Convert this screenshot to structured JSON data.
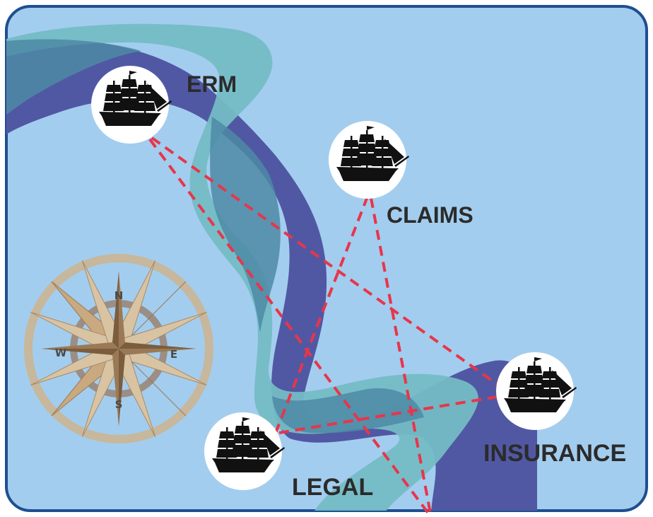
{
  "nodes": [
    {
      "id": "erm",
      "label": "ERM",
      "icon": "ship-icon"
    },
    {
      "id": "claims",
      "label": "CLAIMS",
      "icon": "ship-icon"
    },
    {
      "id": "insurance",
      "label": "INSURANCE",
      "icon": "ship-icon"
    },
    {
      "id": "legal",
      "label": "LEGAL",
      "icon": "ship-icon"
    }
  ],
  "connections": [
    [
      "erm",
      "insurance"
    ],
    [
      "erm",
      "legal-route"
    ],
    [
      "claims",
      "legal"
    ],
    [
      "claims",
      "south-edge"
    ],
    [
      "legal",
      "insurance"
    ]
  ],
  "compass": {
    "icon": "compass-rose-icon",
    "north": "N",
    "south": "S",
    "east": "E",
    "west": "W"
  },
  "colors": {
    "sea": "#a3cdee",
    "border": "#1f4e91",
    "river_dark": "#5158a3",
    "river_teal": "#75bcc5",
    "river_mid": "#4d8aa6",
    "route": "#e8354a",
    "compass_ring": "#c7b79c",
    "compass_star": "#9a7a56"
  }
}
